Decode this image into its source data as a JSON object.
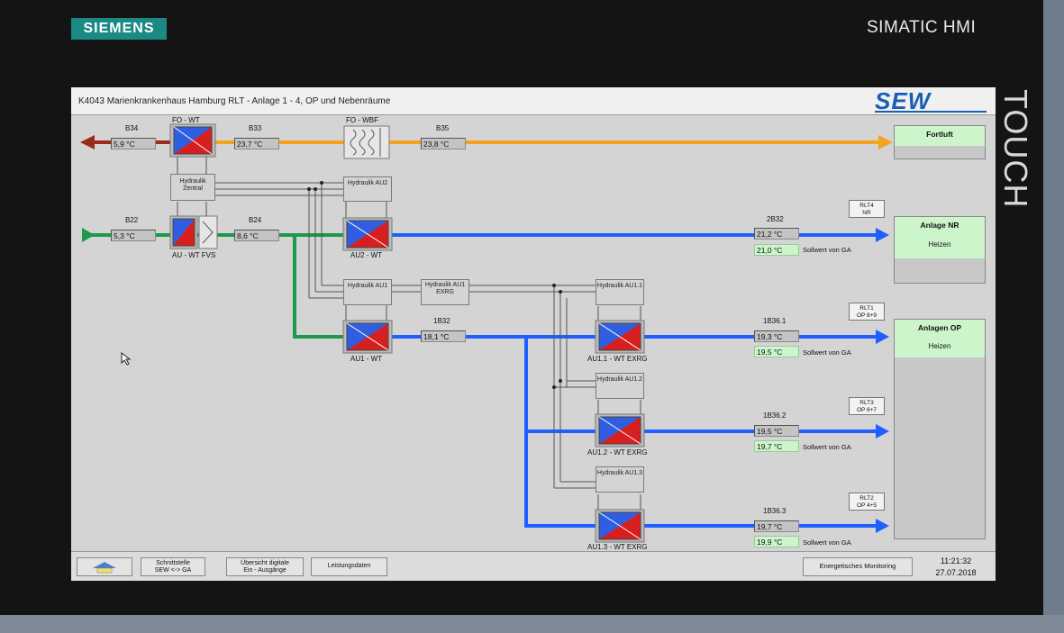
{
  "branding": {
    "left_logo": "SIEMENS",
    "right_title": "SIMATIC HMI",
    "side_label": "TOUCH",
    "plant_logo": "SEW"
  },
  "screen": {
    "title": "K4043 Marienkrankenhaus Hamburg RLT - Anlage 1 - 4, OP und Nebenräume"
  },
  "colors": {
    "exhaust": "#f5a31f",
    "supply": "#1f5fff",
    "outdoor": "#1a9a4a",
    "exhaust_out": "#9b2a1a"
  },
  "top_row": {
    "b34": {
      "label": "B34",
      "value": "5,9 °C"
    },
    "fo_wt": "FO - WT",
    "b33": {
      "label": "B33",
      "value": "23,7 °C"
    },
    "fo_wbf": "FO - WBF",
    "b35": {
      "label": "B35",
      "value": "23,8 °C"
    },
    "fortluft": "Fortluft"
  },
  "hydraulics": {
    "zentral": "Hydraulik Zentral",
    "au2": "Hydraulik AU2",
    "au1": "Hydraulik AU1",
    "au1_exrg": "Hydraulik AU1 EXRG",
    "au11": "Hydraulik AU1.1",
    "au12": "Hydraulik AU1.2",
    "au13": "Hydraulik AU1.3"
  },
  "intake_row": {
    "b22": {
      "label": "B22",
      "value": "5,3 °C"
    },
    "au_wt_fvs": "AU - WT FVS",
    "b24": {
      "label": "B24",
      "value": "8,6 °C"
    },
    "au2_wt": "AU2 - WT"
  },
  "au1": {
    "label": "AU1 - WT",
    "b": "1B32",
    "value": "18,1 °C"
  },
  "branches": {
    "nr": {
      "rlt": [
        "RLT4",
        "NR"
      ],
      "sensor": "2B32",
      "value": "21,2 °C",
      "setpoint": "21,0 °C",
      "setpoint_label": "Sollwert von GA"
    },
    "b1": {
      "rlt": [
        "RLT1",
        "OP 8+9"
      ],
      "sensor": "1B36.1",
      "value": "19,3 °C",
      "setpoint": "19,5 °C",
      "setpoint_label": "Sollwert von GA",
      "wt": "AU1.1 - WT EXRG"
    },
    "b2": {
      "rlt": [
        "RLT3",
        "OP 6+7"
      ],
      "sensor": "1B36.2",
      "value": "19,5 °C",
      "setpoint": "19,7 °C",
      "setpoint_label": "Sollwert von GA",
      "wt": "AU1.2 - WT EXRG"
    },
    "b3": {
      "rlt": [
        "RLT2",
        "OP 4+5"
      ],
      "sensor": "1B36.3",
      "value": "19,7 °C",
      "setpoint": "19,9 °C",
      "setpoint_label": "Sollwert von GA",
      "wt": "AU1.3 - WT EXRG"
    }
  },
  "panels": {
    "nr": {
      "title": "Anlage NR",
      "mode": "Heizen"
    },
    "op": {
      "title": "Anlagen OP",
      "mode": "Heizen"
    }
  },
  "footer": {
    "btn_interface": [
      "Schnittstelle",
      "SEW <-> GA"
    ],
    "btn_digital": [
      "Übersicht digitale",
      "Ein - Ausgänge"
    ],
    "btn_power": "Leistungsdaten",
    "btn_energy": "Energetisches Monitoring",
    "time": "11:21:32",
    "date": "27.07.2018"
  }
}
